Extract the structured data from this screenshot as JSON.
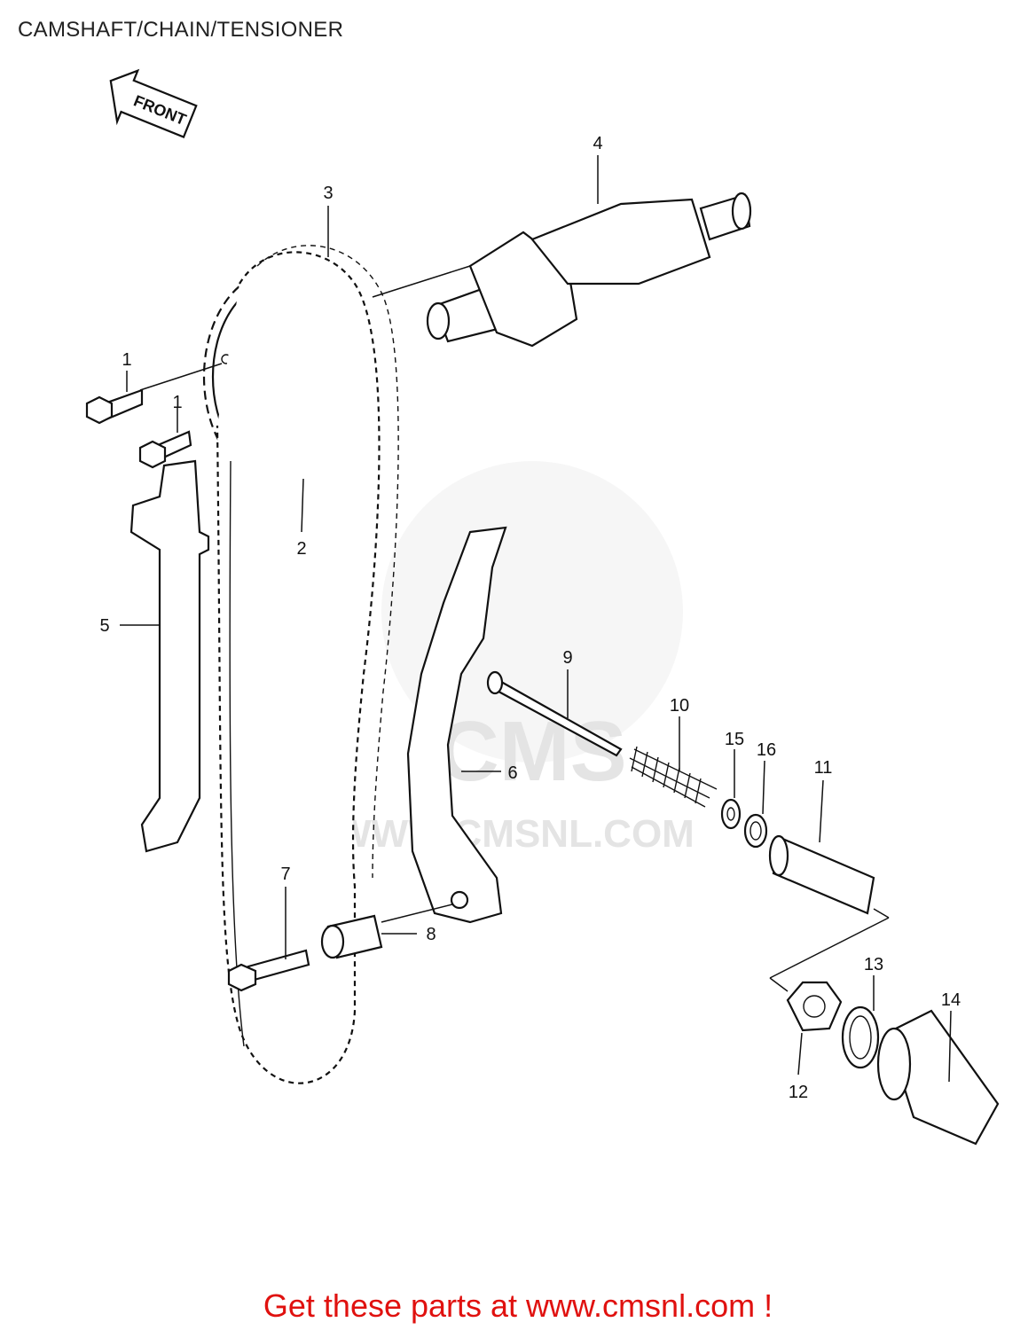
{
  "title": "CAMSHAFT/CHAIN/TENSIONER",
  "front_arrow_label": "FRONT",
  "watermark": {
    "logo_text": "CMS",
    "site_text": "WWW.CMSNL.COM"
  },
  "callouts": [
    "1",
    "1",
    "2",
    "3",
    "4",
    "5",
    "6",
    "7",
    "8",
    "9",
    "10",
    "11",
    "12",
    "13",
    "14",
    "15",
    "16"
  ],
  "footer_cta": "Get these parts at www.cmsnl.com !",
  "colors": {
    "cta": "#e0110f",
    "line": "#111111",
    "watermark": "#e4e4e4"
  }
}
